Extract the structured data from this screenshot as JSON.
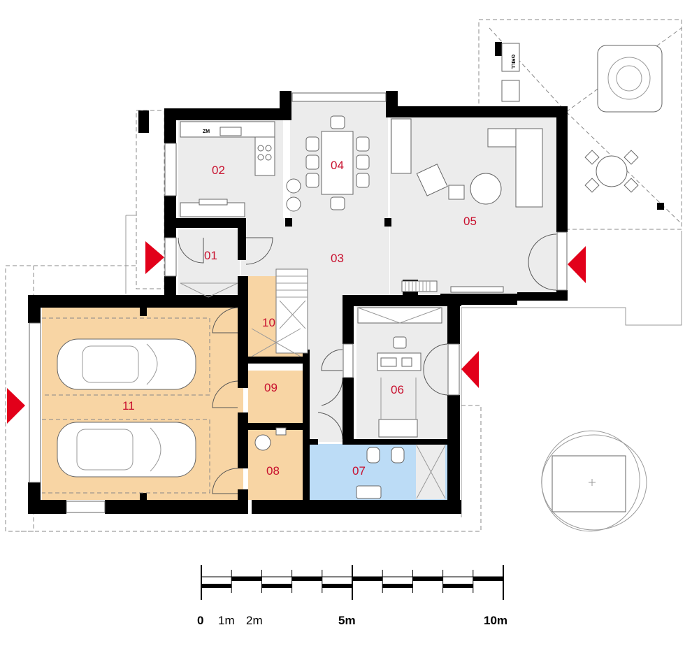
{
  "rooms": [
    {
      "id": "01"
    },
    {
      "id": "02"
    },
    {
      "id": "03"
    },
    {
      "id": "04"
    },
    {
      "id": "05"
    },
    {
      "id": "06"
    },
    {
      "id": "07"
    },
    {
      "id": "08"
    },
    {
      "id": "09"
    },
    {
      "id": "10"
    },
    {
      "id": "11"
    }
  ],
  "fixture_labels": {
    "kitchen_appliance": "ZM",
    "grill": "GRILL"
  },
  "scale_bar": {
    "labels": [
      "0",
      "1m",
      "2m",
      "5m",
      "10m"
    ]
  },
  "colors": {
    "wall": "#000000",
    "floor": "#ececec",
    "garage_floor": "#f8d5a4",
    "bathroom_floor": "#bcdcf6",
    "room_label": "#c8102e",
    "entrance_arrow": "#e2001a"
  }
}
